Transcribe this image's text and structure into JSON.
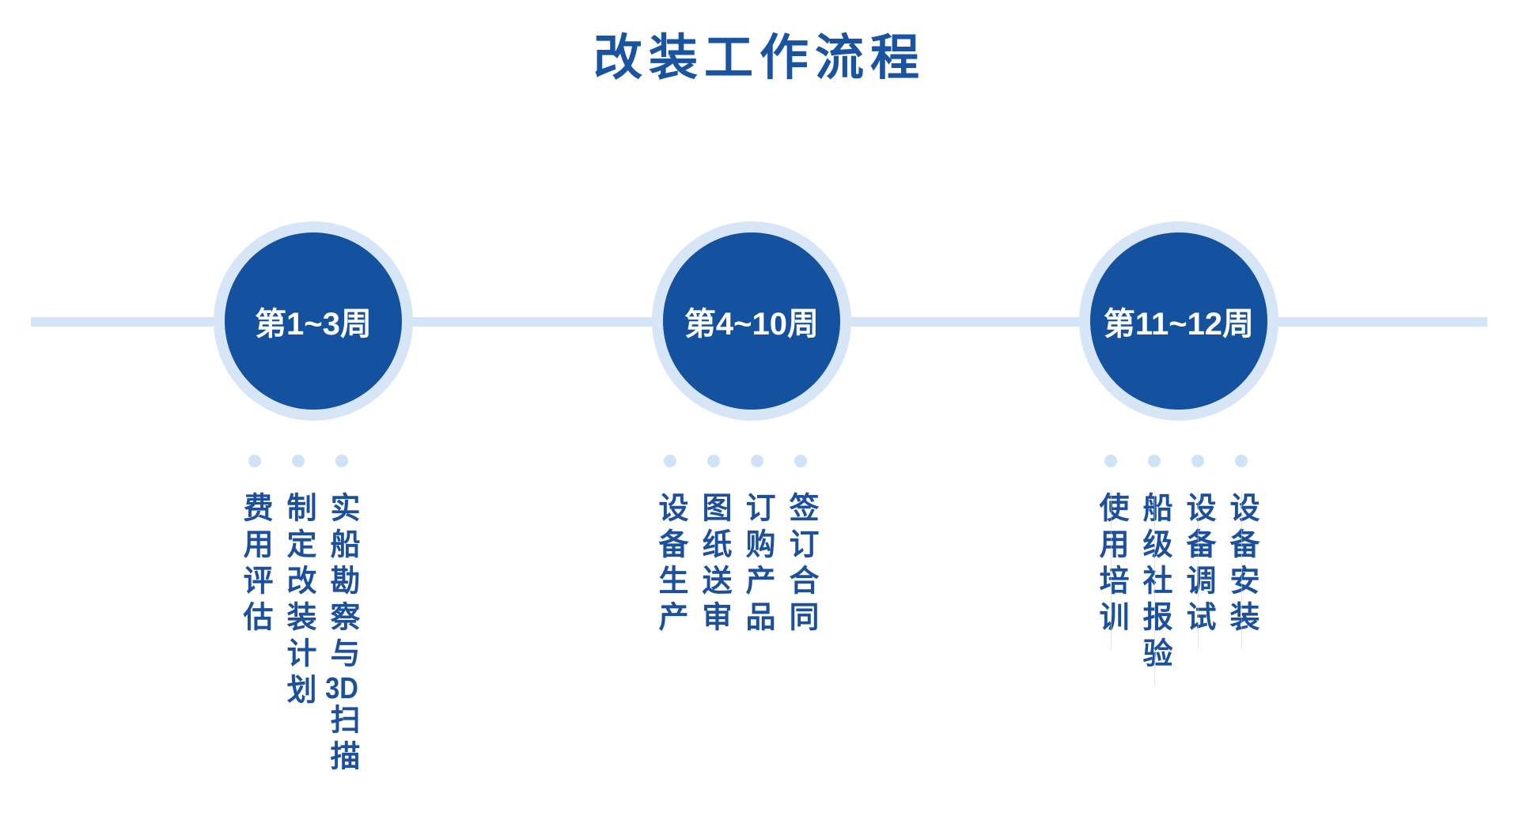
{
  "title": "改装工作流程",
  "timeline": {
    "stages": [
      {
        "week_label": "第1~3周",
        "items": [
          "实船勘察与3D扫描",
          "制定改装计划",
          "费用评估"
        ]
      },
      {
        "week_label": "第4~10周",
        "items": [
          "签订合同",
          "订购产品",
          "图纸送审",
          "设备生产"
        ]
      },
      {
        "week_label": "第11~12周",
        "items": [
          "设备安装",
          "设备调试",
          "船级社报验",
          "使用培训"
        ]
      }
    ]
  },
  "colors": {
    "primary_dark_blue": "#14519f",
    "title_blue": "#1a54a0",
    "item_text_blue": "#1c509c",
    "light_ring_blue": "#d6e6f7",
    "timeline_line_blue": "#d4e5f7",
    "dot_blue": "#cfe3f6"
  }
}
